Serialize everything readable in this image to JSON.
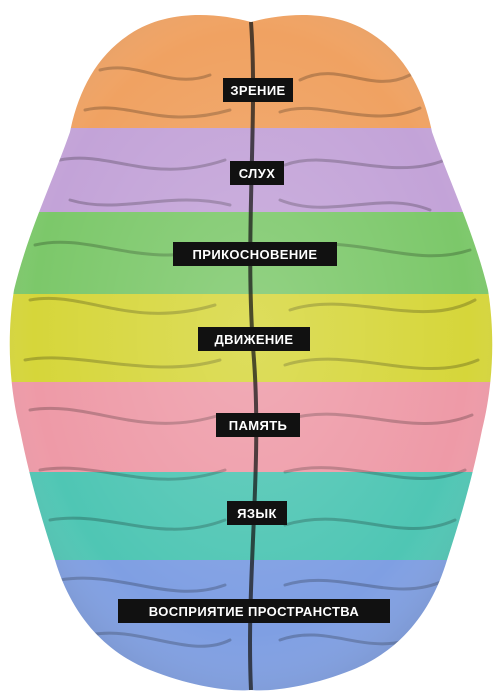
{
  "regions": [
    {
      "label": "ЗРЕНИЕ",
      "color": "#F0A262"
    },
    {
      "label": "СЛУХ",
      "color": "#C3A3D8"
    },
    {
      "label": "ПРИКОСНОВЕНИЕ",
      "color": "#7CC86A"
    },
    {
      "label": "ДВИЖЕНИЕ",
      "color": "#D6D63A"
    },
    {
      "label": "ПАМЯТЬ",
      "color": "#EE9AA7"
    },
    {
      "label": "ЯЗЫК",
      "color": "#4FC6B4"
    },
    {
      "label": "ВОСПРИЯТИЕ ПРОСТРАНСТВА",
      "color": "#7F9FE3"
    }
  ]
}
